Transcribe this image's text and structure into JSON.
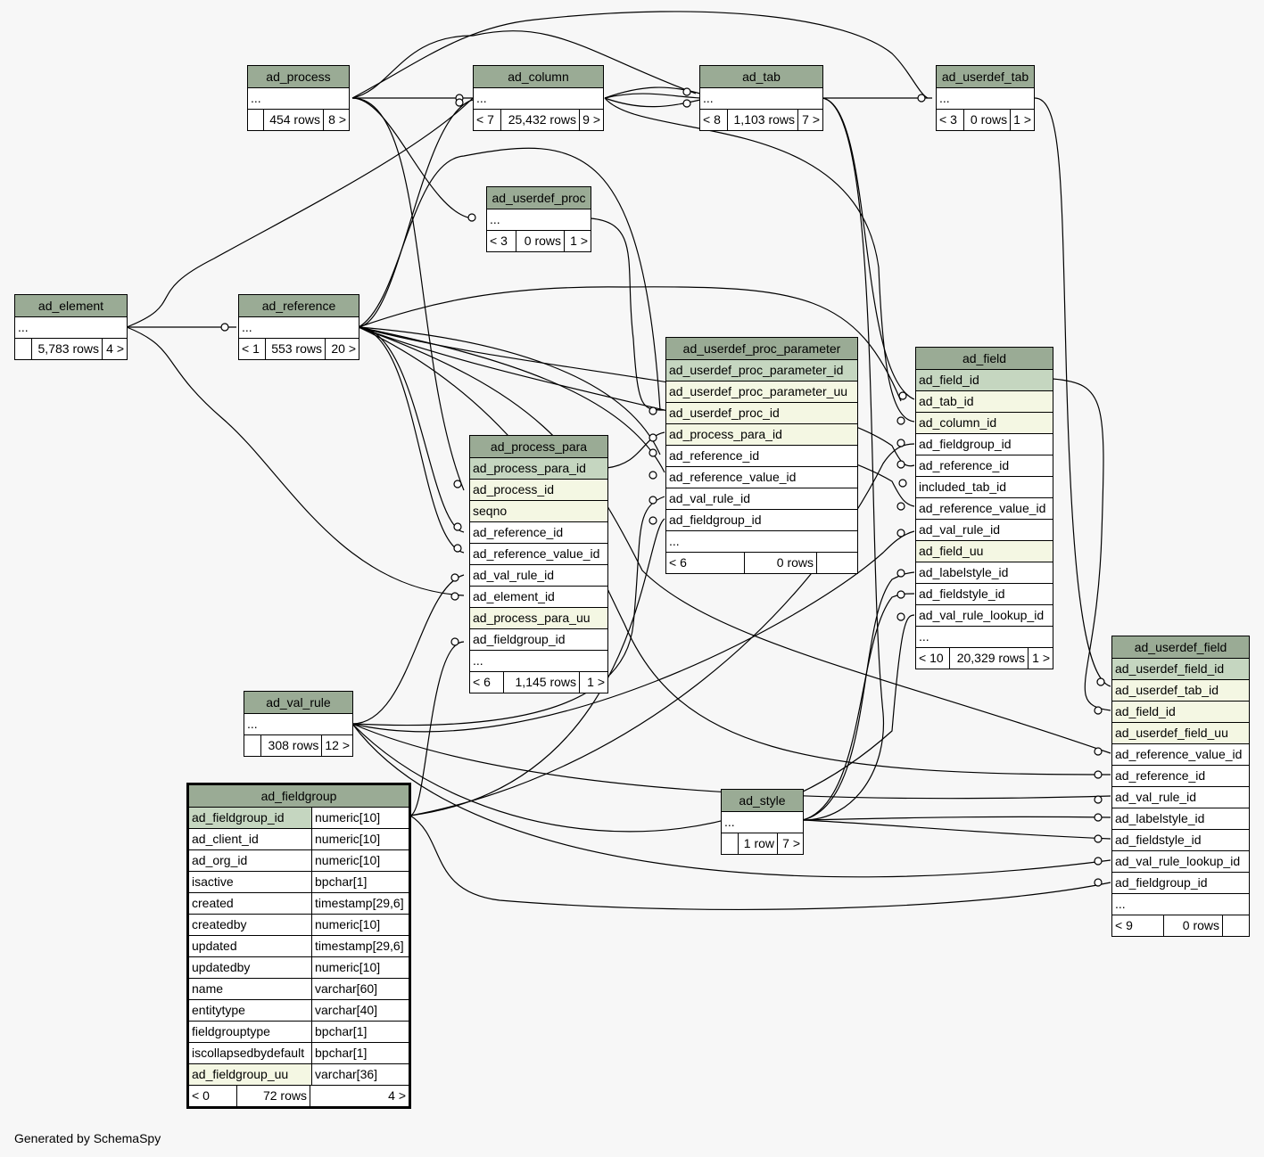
{
  "tables": {
    "ad_process": {
      "name": "ad_process",
      "ellipsis": "...",
      "prev": "",
      "rows": "454 rows",
      "next": "8 >"
    },
    "ad_column": {
      "name": "ad_column",
      "ellipsis": "...",
      "prev": "< 7",
      "rows": "25,432 rows",
      "next": "9 >"
    },
    "ad_tab": {
      "name": "ad_tab",
      "ellipsis": "...",
      "prev": "< 8",
      "rows": "1,103 rows",
      "next": "7 >"
    },
    "ad_userdef_tab": {
      "name": "ad_userdef_tab",
      "ellipsis": "...",
      "prev": "< 3",
      "rows": "0 rows",
      "next": "1 >"
    },
    "ad_userdef_proc": {
      "name": "ad_userdef_proc",
      "ellipsis": "...",
      "prev": "< 3",
      "rows": "0 rows",
      "next": "1 >"
    },
    "ad_element": {
      "name": "ad_element",
      "ellipsis": "...",
      "prev": "",
      "rows": "5,783 rows",
      "next": "4 >"
    },
    "ad_reference": {
      "name": "ad_reference",
      "ellipsis": "...",
      "prev": "< 1",
      "rows": "553 rows",
      "next": "20 >"
    },
    "ad_userdef_proc_parameter": {
      "name": "ad_userdef_proc_parameter",
      "columns": [
        "ad_userdef_proc_parameter_id",
        "ad_userdef_proc_parameter_uu",
        "ad_userdef_proc_id",
        "ad_process_para_id",
        "ad_reference_id",
        "ad_reference_value_id",
        "ad_val_rule_id",
        "ad_fieldgroup_id",
        "..."
      ],
      "prev": "< 6",
      "rows": "0 rows",
      "next": ""
    },
    "ad_field": {
      "name": "ad_field",
      "columns": [
        "ad_field_id",
        "ad_tab_id",
        "ad_column_id",
        "ad_fieldgroup_id",
        "ad_reference_id",
        "included_tab_id",
        "ad_reference_value_id",
        "ad_val_rule_id",
        "ad_field_uu",
        "ad_labelstyle_id",
        "ad_fieldstyle_id",
        "ad_val_rule_lookup_id",
        "..."
      ],
      "prev": "< 10",
      "rows": "20,329 rows",
      "next": "1 >"
    },
    "ad_process_para": {
      "name": "ad_process_para",
      "columns": [
        "ad_process_para_id",
        "ad_process_id",
        "seqno",
        "ad_reference_id",
        "ad_reference_value_id",
        "ad_val_rule_id",
        "ad_element_id",
        "ad_process_para_uu",
        "ad_fieldgroup_id",
        "..."
      ],
      "prev": "< 6",
      "rows": "1,145 rows",
      "next": "1 >"
    },
    "ad_val_rule": {
      "name": "ad_val_rule",
      "ellipsis": "...",
      "prev": "",
      "rows": "308 rows",
      "next": "12 >"
    },
    "ad_style": {
      "name": "ad_style",
      "ellipsis": "...",
      "prev": "",
      "rows": "1 row",
      "next": "7 >"
    },
    "ad_userdef_field": {
      "name": "ad_userdef_field",
      "columns": [
        "ad_userdef_field_id",
        "ad_userdef_tab_id",
        "ad_field_id",
        "ad_userdef_field_uu",
        "ad_reference_value_id",
        "ad_reference_id",
        "ad_val_rule_id",
        "ad_labelstyle_id",
        "ad_fieldstyle_id",
        "ad_val_rule_lookup_id",
        "ad_fieldgroup_id",
        "..."
      ],
      "prev": "< 9",
      "rows": "0 rows",
      "next": ""
    },
    "ad_fieldgroup": {
      "name": "ad_fieldgroup",
      "columns": [
        {
          "name": "ad_fieldgroup_id",
          "type": "numeric[10]"
        },
        {
          "name": "ad_client_id",
          "type": "numeric[10]"
        },
        {
          "name": "ad_org_id",
          "type": "numeric[10]"
        },
        {
          "name": "isactive",
          "type": "bpchar[1]"
        },
        {
          "name": "created",
          "type": "timestamp[29,6]"
        },
        {
          "name": "createdby",
          "type": "numeric[10]"
        },
        {
          "name": "updated",
          "type": "timestamp[29,6]"
        },
        {
          "name": "updatedby",
          "type": "numeric[10]"
        },
        {
          "name": "name",
          "type": "varchar[60]"
        },
        {
          "name": "entitytype",
          "type": "varchar[40]"
        },
        {
          "name": "fieldgrouptype",
          "type": "bpchar[1]"
        },
        {
          "name": "iscollapsedbydefault",
          "type": "bpchar[1]"
        },
        {
          "name": "ad_fieldgroup_uu",
          "type": "varchar[36]"
        }
      ],
      "prev": "< 0",
      "rows": "72 rows",
      "next": "4 >"
    }
  },
  "footer": "Generated by SchemaSpy"
}
